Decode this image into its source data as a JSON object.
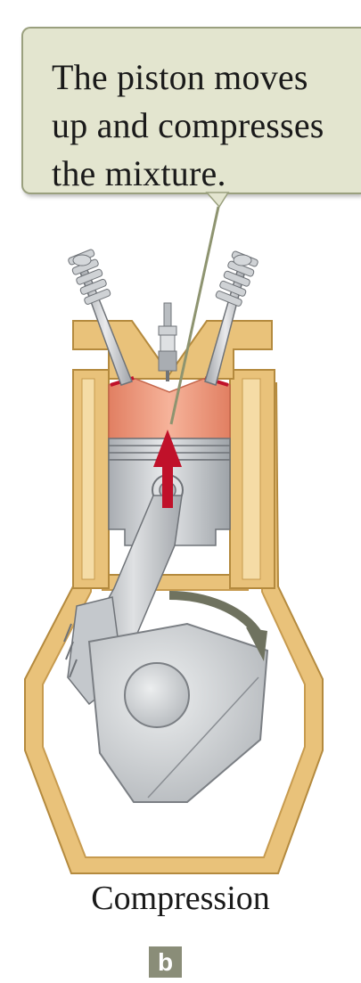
{
  "callout": {
    "lines": [
      "The piston moves",
      "up and compresses",
      "the mixture."
    ]
  },
  "caption": "Compression",
  "panel_label": "b",
  "colors": {
    "callout_fill": "#e3e5cf",
    "callout_border": "#9aa07e",
    "engine_block": "#e9c27a",
    "combustion_chamber": "#e88a6c",
    "piston": "#c9cdd1",
    "arrow_red": "#c0112a",
    "rotation_arrow": "#6f725f",
    "badge": "#8a8d78"
  },
  "icons": {
    "motion_arrow": "up-arrow-icon",
    "rotation": "curved-arrow-icon"
  }
}
